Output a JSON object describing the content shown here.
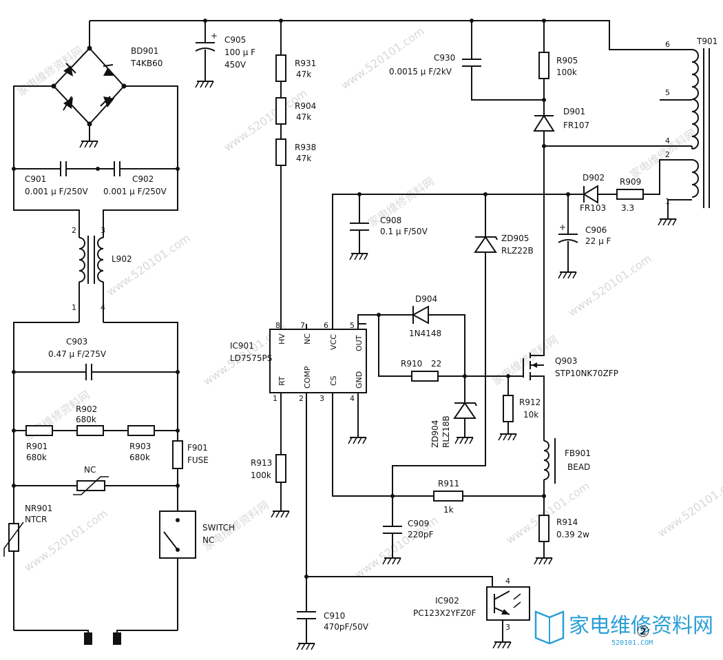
{
  "components": {
    "bd901": {
      "ref": "BD901",
      "value": "T4KB60"
    },
    "c905": {
      "ref": "C905",
      "value": "100 μ F",
      "rating": "450V"
    },
    "r931": {
      "ref": "R931",
      "value": "47k"
    },
    "r904": {
      "ref": "R904",
      "value": "47k"
    },
    "r938": {
      "ref": "R938",
      "value": "47k"
    },
    "c930": {
      "ref": "C930",
      "value": "0.0015 μ F/2kV"
    },
    "r905": {
      "ref": "R905",
      "value": "100k"
    },
    "d901": {
      "ref": "D901",
      "value": "FR107"
    },
    "t901": {
      "ref": "T901"
    },
    "c901": {
      "ref": "C901",
      "value": "0.001 μ F/250V"
    },
    "c902": {
      "ref": "C902",
      "value": "0.001 μ F/250V"
    },
    "l902": {
      "ref": "L902"
    },
    "c908": {
      "ref": "C908",
      "value": "0.1 μ F/50V"
    },
    "d902": {
      "ref": "D902",
      "value": "FR103"
    },
    "r909": {
      "ref": "R909",
      "value": "3.3"
    },
    "c906": {
      "ref": "C906",
      "value": "22 μ F"
    },
    "zd905": {
      "ref": "ZD905",
      "value": "RLZ22B"
    },
    "d904": {
      "ref": "D904",
      "value": "1N4148"
    },
    "ic901": {
      "ref": "IC901",
      "value": "LD7575PS"
    },
    "r910": {
      "ref": "R910",
      "value": "22"
    },
    "q903": {
      "ref": "Q903",
      "value": "STP10NK70ZFP"
    },
    "c903": {
      "ref": "C903",
      "value": "0.47 μ F/275V"
    },
    "r902": {
      "ref": "R902",
      "value": "680k"
    },
    "r901": {
      "ref": "R901",
      "value": "680k"
    },
    "r903": {
      "ref": "R903",
      "value": "680k"
    },
    "f901": {
      "ref": "F901",
      "value": "FUSE"
    },
    "zd904": {
      "ref": "ZD904",
      "value": "RLZ18B"
    },
    "r912": {
      "ref": "R912",
      "value": "10k"
    },
    "r913": {
      "ref": "R913",
      "value": "100k"
    },
    "fb901": {
      "ref": "FB901",
      "value": "BEAD"
    },
    "nc_varistor": {
      "ref": "NC"
    },
    "r911": {
      "ref": "R911",
      "value": "1k"
    },
    "nr901": {
      "ref": "NR901",
      "value": "NTCR"
    },
    "switch": {
      "ref": "SWITCH",
      "value": "NC"
    },
    "c909": {
      "ref": "C909",
      "value": "220pF"
    },
    "r914": {
      "ref": "R914",
      "value": "0.39 2w"
    },
    "ic902": {
      "ref": "IC902",
      "value": "PC123X2YFZ0F"
    },
    "c910": {
      "ref": "C910",
      "value": "470pF/50V"
    }
  },
  "ic901_pins": {
    "hv": "HV",
    "nc": "NC",
    "vcc": "VCC",
    "out": "OUT",
    "rt": "RT",
    "comp": "COMP",
    "cs": "CS",
    "gnd": "GND",
    "n1": "1",
    "n2": "2",
    "n3": "3",
    "n4": "4",
    "n5": "5",
    "n6": "6",
    "n7": "7",
    "n8": "8"
  },
  "transformer_pins": {
    "p6": "6",
    "p5": "5",
    "p4": "4",
    "p2": "2",
    "p1": "1"
  },
  "l902_pins": {
    "p2": "2",
    "p3": "3",
    "p1": "1",
    "p4": "4"
  },
  "ic902_pins": {
    "p4": "4",
    "p3": "3"
  },
  "watermark": {
    "text": "家电维修资料网",
    "url": "www.520101.com",
    "logo": "家电维修资料网",
    "logo_sub": "520101.COM"
  },
  "figure_mark": "②"
}
